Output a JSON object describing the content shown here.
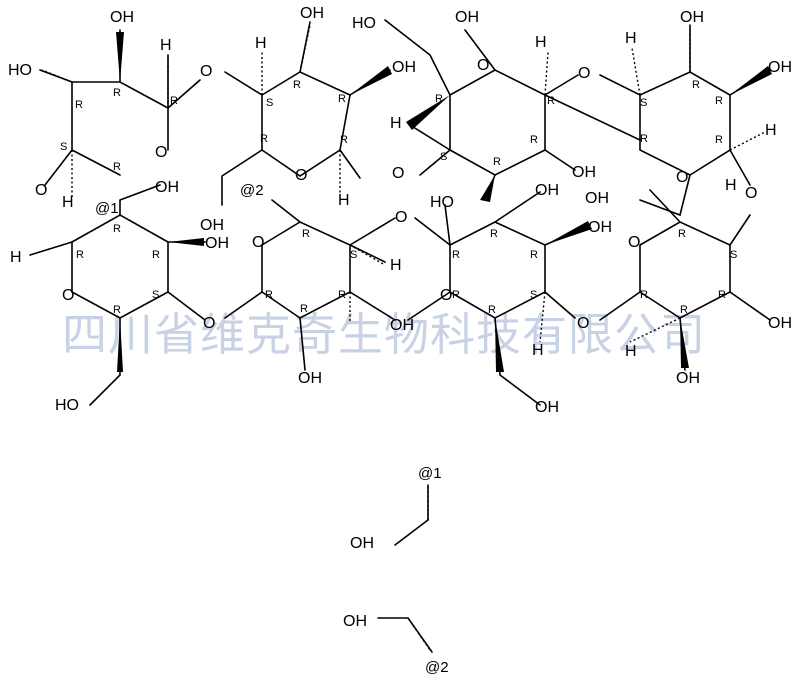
{
  "watermark": "四川省维克奇生物科技有限公司",
  "labels": {
    "oh": "OH",
    "ho": "HO",
    "o": "O",
    "h": "H",
    "r": "R",
    "s": "S",
    "at1": "@1",
    "at2": "@2"
  }
}
